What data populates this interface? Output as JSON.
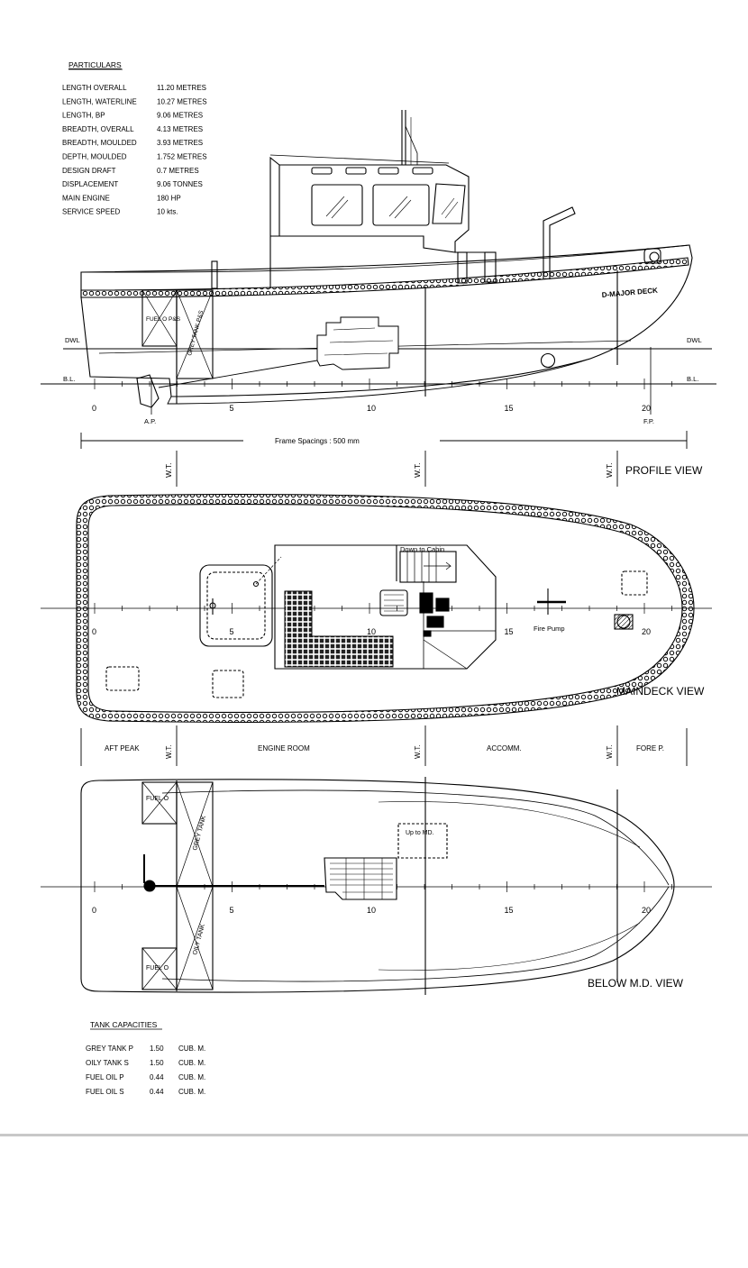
{
  "particulars": {
    "heading": "PARTICULARS",
    "rows": [
      {
        "label": "LENGTH OVERALL",
        "value": "11.20 METRES"
      },
      {
        "label": "LENGTH, WATERLINE",
        "value": "10.27 METRES"
      },
      {
        "label": "LENGTH, BP",
        "value": "9.06 METRES"
      },
      {
        "label": "BREADTH, OVERALL",
        "value": "4.13 METRES"
      },
      {
        "label": "BREADTH, MOULDED",
        "value": "3.93 METRES"
      },
      {
        "label": "DEPTH, MOULDED",
        "value": "1.752 METRES"
      },
      {
        "label": "DESIGN DRAFT",
        "value": "0.7   METRES"
      },
      {
        "label": "DISPLACEMENT",
        "value": "9.06 TONNES"
      },
      {
        "label": "MAIN ENGINE",
        "value": "180 HP"
      },
      {
        "label": "SERVICE SPEED",
        "value": "10 kts."
      }
    ]
  },
  "profile": {
    "view_title": "PROFILE VIEW",
    "vessel_name": "D-MAJOR DECK",
    "dwl": "DWL",
    "bl": "B.L.",
    "ap": "A.P.",
    "fp": "F.P.",
    "frame_spacing": "Frame Spacings : 500 mm",
    "wt": "W.T.",
    "fuel_tank": "FUEL O P&S",
    "grey_tank": "GREY TANK P&S",
    "ticks": [
      "0",
      "5",
      "10",
      "15",
      "20"
    ]
  },
  "maindeck": {
    "view_title": "MAINDECK VIEW",
    "down_to_cabin": "Down to Cabin",
    "fire_pump": "Fire Pump",
    "ticks": [
      "0",
      "5",
      "10",
      "15",
      "20"
    ],
    "compartments": [
      "AFT PEAK",
      "ENGINE ROOM",
      "ACCOMM.",
      "FORE P."
    ],
    "wt": "W.T."
  },
  "below": {
    "view_title": "BELOW M.D. VIEW",
    "up_to_md": "Up to MD.",
    "fuel": "FUEL O",
    "grey_tank": "GREY TANK",
    "oily_tank": "OILY TANK",
    "ticks": [
      "0",
      "5",
      "10",
      "15",
      "20"
    ]
  },
  "tank_capacities": {
    "heading": "TANK CAPACITIES",
    "rows": [
      {
        "label": "GREY TANK P",
        "value": "1.50",
        "unit": "CUB. M."
      },
      {
        "label": "OILY TANK S",
        "value": "1.50",
        "unit": "CUB. M."
      },
      {
        "label": "FUEL OIL P",
        "value": "0.44",
        "unit": "CUB. M."
      },
      {
        "label": "FUEL OIL S",
        "value": "0.44",
        "unit": "CUB. M."
      }
    ]
  }
}
